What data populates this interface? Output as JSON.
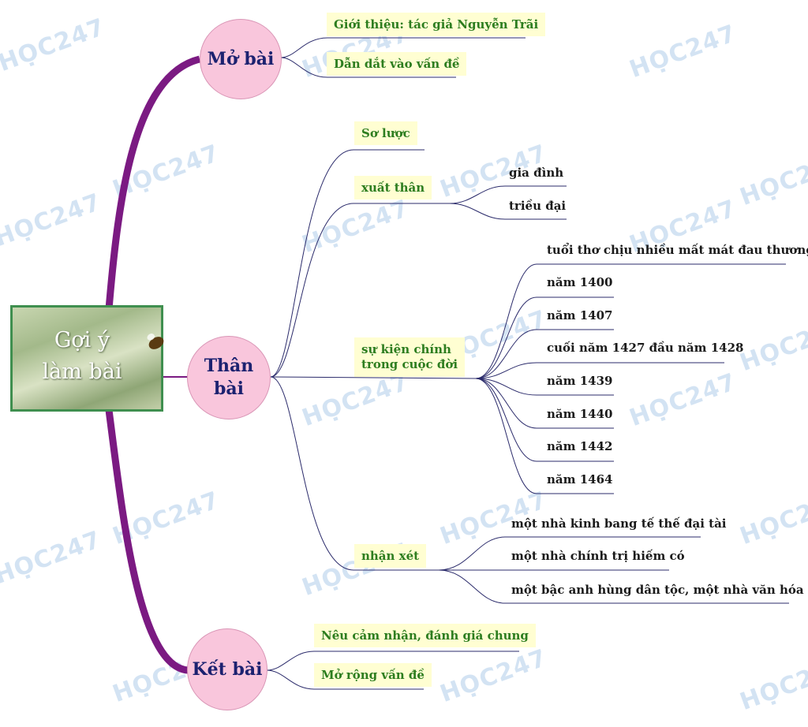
{
  "central": {
    "text_line1": "Gợi ý",
    "text_line2": "làm bài"
  },
  "watermark": "HỌC247",
  "branches": [
    {
      "label": "Mở bài",
      "children": [
        "Giới thiệu: tác giả Nguyễn Trãi",
        "Dẫn dắt vào vấn đề"
      ]
    },
    {
      "label_line1": "Thân",
      "label_line2": "bài",
      "children": [
        {
          "label": "Sơ lược"
        },
        {
          "label": "xuất thân",
          "children": [
            "gia đình",
            "triều đại"
          ]
        },
        {
          "label_line1": "sự kiện chính",
          "label_line2": "trong cuộc đời",
          "children": [
            "tuổi thơ chịu nhiều mất mát đau thương",
            "năm 1400",
            "năm 1407",
            "cuối năm 1427 đầu năm 1428",
            "năm 1439",
            "năm 1440",
            "năm 1442",
            "năm 1464"
          ]
        },
        {
          "label": "nhận xét",
          "children": [
            "một nhà kinh bang tế thế đại tài",
            "một nhà chính trị hiếm có",
            "một bậc anh hùng dân tộc, một nhà văn hóa lớn"
          ]
        }
      ]
    },
    {
      "label": "Kết bài",
      "children": [
        "Nêu cảm nhận, đánh giá chung",
        "Mở rộng vấn đề"
      ]
    }
  ],
  "colors": {
    "main_branch": "#7b1a82",
    "thin_link": "#2b2b6b",
    "circle_fill": "#f9c6dc",
    "circle_text": "#1c2270",
    "green_text": "#2d7d1f",
    "highlight": "#fffed2",
    "frame": "#3f8f4f"
  }
}
